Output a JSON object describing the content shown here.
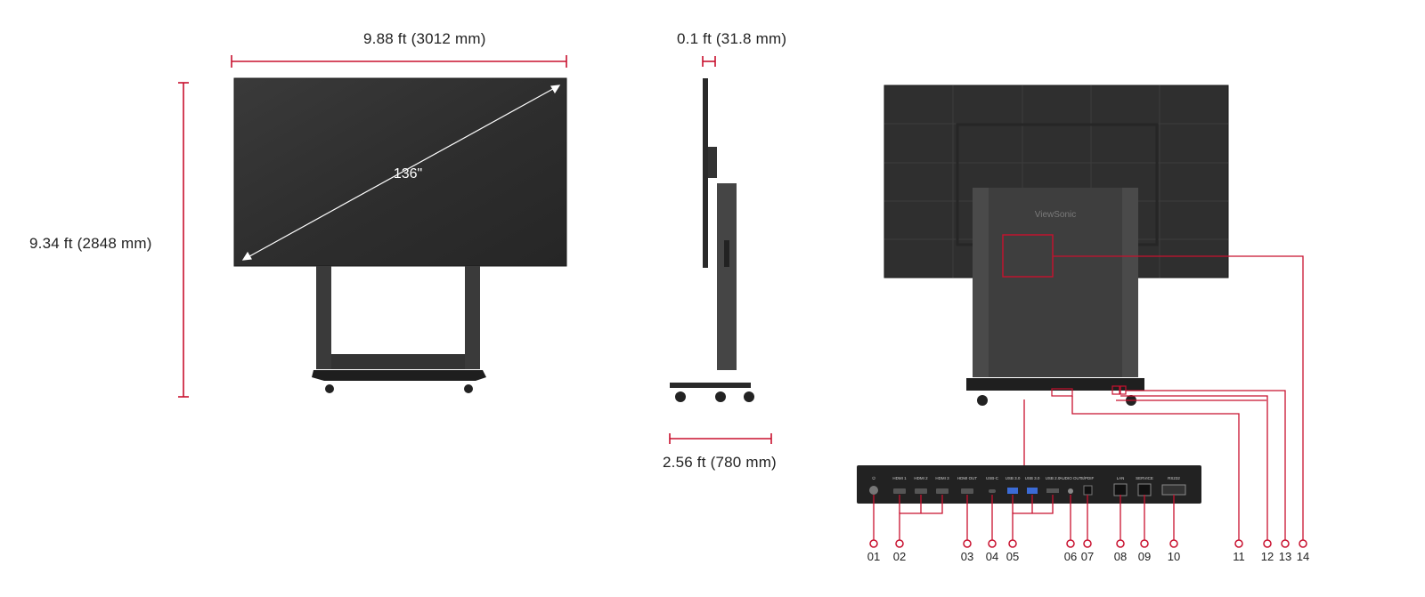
{
  "colors": {
    "accent": "#c8102e",
    "panel": "#2b2b2b",
    "frame": "#3a3a3a",
    "text": "#222222"
  },
  "dimensions": {
    "width": "9.88 ft (3012 mm)",
    "height": "9.34 ft  (2848 mm)",
    "depth_panel": "0.1 ft (31.8 mm)",
    "depth_stand": "2.56 ft (780 mm)",
    "diagonal": "136\""
  },
  "brand": "ViewSonic",
  "io_panel": {
    "port_labels": [
      "HDMI 1",
      "HDMI 2",
      "HDMI 3",
      "HDMI OUT",
      "USB-C",
      "USB 3.0",
      "USB 3.0",
      "USB 2.0",
      "AUDIO OUT",
      "S/PDIF",
      "LAN",
      "SERVICE",
      "RS232"
    ]
  },
  "callouts": [
    "01",
    "02",
    "03",
    "04",
    "05",
    "06",
    "07",
    "08",
    "09",
    "10",
    "11",
    "12",
    "13",
    "14"
  ]
}
